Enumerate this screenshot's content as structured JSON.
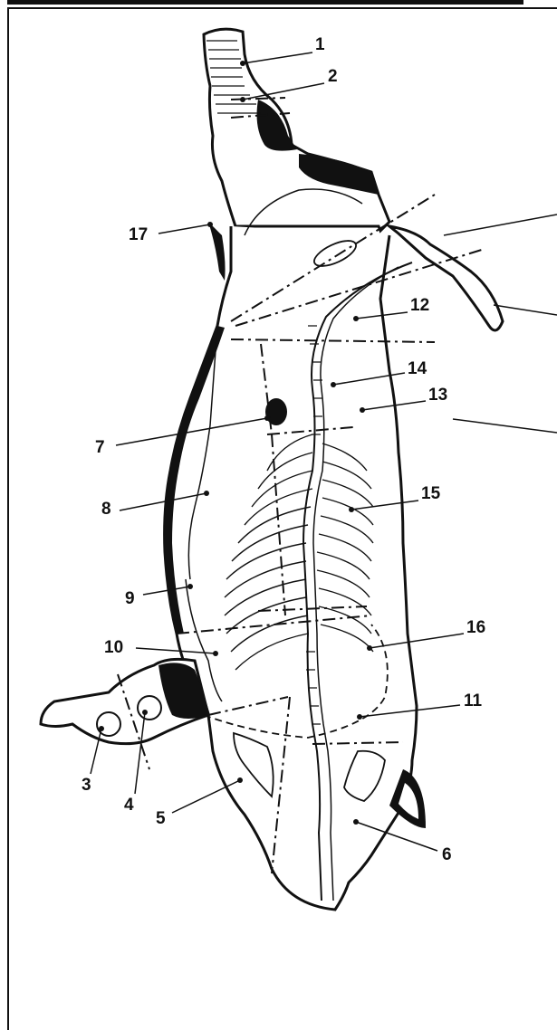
{
  "diagram": {
    "labels": [
      {
        "id": "l1",
        "text": "1"
      },
      {
        "id": "l2",
        "text": "2"
      },
      {
        "id": "l3",
        "text": "3"
      },
      {
        "id": "l4",
        "text": "4"
      },
      {
        "id": "l5",
        "text": "5"
      },
      {
        "id": "l6",
        "text": "6"
      },
      {
        "id": "l7",
        "text": "7"
      },
      {
        "id": "l8",
        "text": "8"
      },
      {
        "id": "l9",
        "text": "9"
      },
      {
        "id": "l10",
        "text": "10"
      },
      {
        "id": "l11",
        "text": "11"
      },
      {
        "id": "l12",
        "text": "12"
      },
      {
        "id": "l13",
        "text": "13"
      },
      {
        "id": "l14",
        "text": "14"
      },
      {
        "id": "l15",
        "text": "15"
      },
      {
        "id": "l16",
        "text": "16"
      },
      {
        "id": "l17",
        "text": "17"
      }
    ],
    "colors": {
      "ink": "#111111",
      "paper": "#ffffff"
    }
  }
}
